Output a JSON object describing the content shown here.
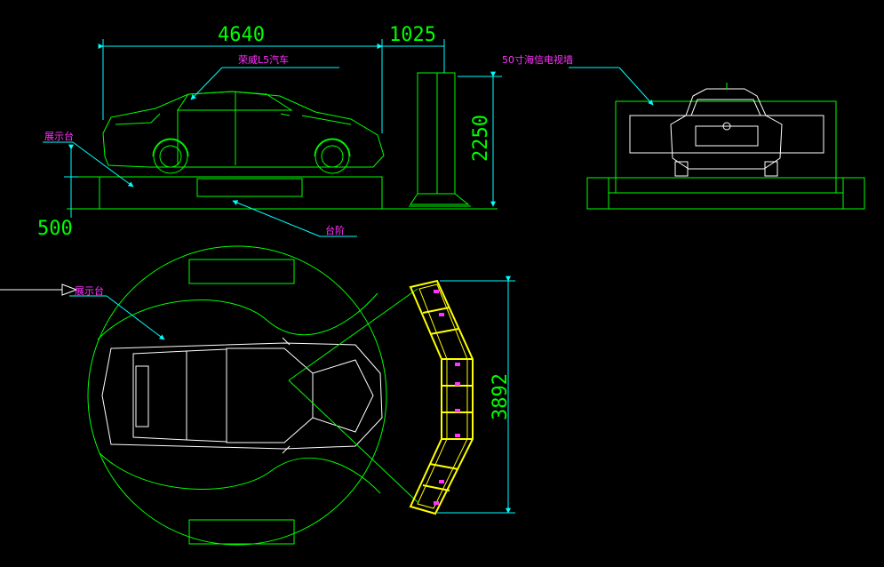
{
  "colors": {
    "background": "#000000",
    "outline": "#00ff00",
    "dimension": "#00ffff",
    "label": "#ff33ff",
    "detail": "#ffffff",
    "screen_frame": "#ffff00"
  },
  "dimensions": {
    "car_length": "4640",
    "gap": "1025",
    "wall_height": "2250",
    "platform_height": "500",
    "wall_span": "3892"
  },
  "labels": {
    "car_model": "荣威L5汽车",
    "display_stand_top": "展示台",
    "stage": "台阶",
    "video_wall": "50寸海信电视墙",
    "display_stand_plan": "展示台"
  }
}
